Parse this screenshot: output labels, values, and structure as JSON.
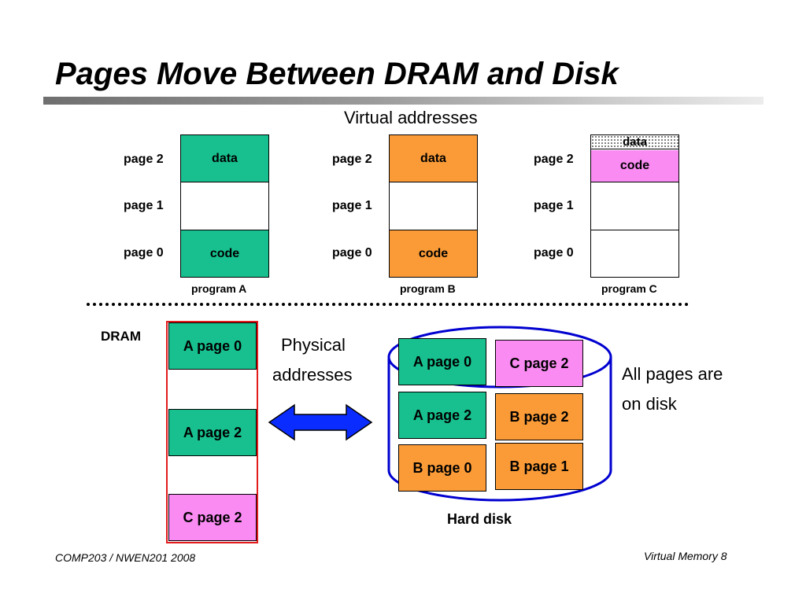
{
  "slide": {
    "title": "Pages Move Between DRAM and Disk",
    "virtual_label": "Virtual addresses",
    "page_labels": [
      "page 2",
      "page 1",
      "page 0"
    ],
    "programs": [
      {
        "name": "program A",
        "page2": "data",
        "page1": "",
        "page0": "code",
        "color": "#17c08e"
      },
      {
        "name": "program B",
        "page2": "data",
        "page1": "",
        "page0": "code",
        "color": "#fa9b37"
      },
      {
        "name": "program C",
        "page2_top": "data",
        "page2": "code",
        "page1": "",
        "page0": "",
        "color": "#f98bf2"
      }
    ],
    "dram": {
      "label": "DRAM",
      "blocks": [
        "A page 0",
        "A page 2",
        "C page 2"
      ]
    },
    "physical_label_line1": "Physical",
    "physical_label_line2": "addresses",
    "disk": {
      "label": "Hard disk",
      "blocks": [
        "A page 0",
        "C page 2",
        "A page 2",
        "B page 2",
        "B page 0",
        "B page 1"
      ]
    },
    "note_line1": "All pages are",
    "note_line2": "on disk",
    "footer_left": "COMP203 / NWEN201 2008",
    "footer_right": "Virtual Memory 8",
    "colors": {
      "green": "#17c08e",
      "orange": "#fa9b37",
      "pink": "#f98bf2",
      "dram_border": "#e31b1b",
      "disk_outline": "#0000d0",
      "arrow": "#0a2cff"
    }
  }
}
